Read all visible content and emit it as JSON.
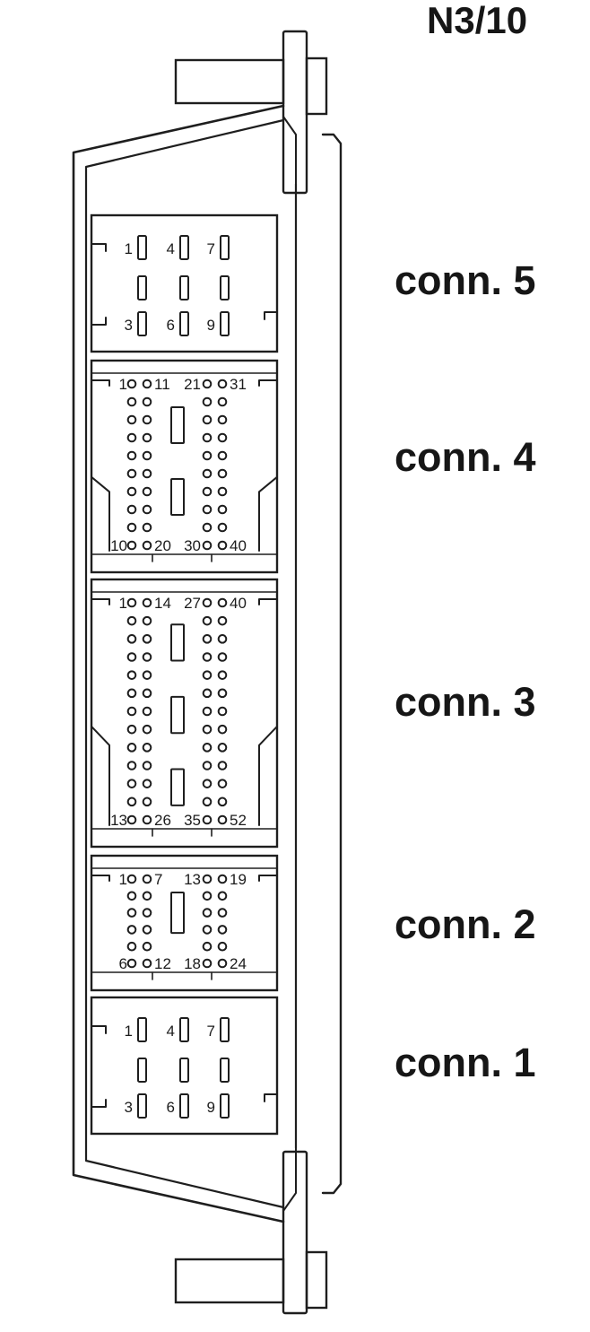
{
  "module_id": "N3/10",
  "connectors": [
    {
      "id": "conn5",
      "label": "conn. 5",
      "kind": "blade",
      "pins": {
        "top": [
          "1",
          "4",
          "7"
        ],
        "bottom": [
          "3",
          "6",
          "9"
        ]
      }
    },
    {
      "id": "conn4",
      "label": "conn. 4",
      "kind": "pin-grid",
      "rows_per_column": 10,
      "pins": {
        "top_left": "1",
        "top_left_inner": "11",
        "top_right_inner": "21",
        "top_right": "31",
        "bottom_left": "10",
        "bottom_left_inner": "20",
        "bottom_right_inner": "30",
        "bottom_right": "40"
      }
    },
    {
      "id": "conn3",
      "label": "conn. 3",
      "kind": "pin-grid",
      "rows_per_column": 13,
      "pins": {
        "top_left": "1",
        "top_left_inner": "14",
        "top_right_inner": "27",
        "top_right": "40",
        "bottom_left": "13",
        "bottom_left_inner": "26",
        "bottom_right_inner": "35",
        "bottom_right": "52"
      }
    },
    {
      "id": "conn2",
      "label": "conn. 2",
      "kind": "pin-grid",
      "rows_per_column": 6,
      "pins": {
        "top_left": "1",
        "top_left_inner": "7",
        "top_right_inner": "13",
        "top_right": "19",
        "bottom_left": "6",
        "bottom_left_inner": "12",
        "bottom_right_inner": "18",
        "bottom_right": "24"
      }
    },
    {
      "id": "conn1",
      "label": "conn. 1",
      "kind": "blade",
      "pins": {
        "top": [
          "1",
          "4",
          "7"
        ],
        "bottom": [
          "3",
          "6",
          "9"
        ]
      }
    }
  ]
}
